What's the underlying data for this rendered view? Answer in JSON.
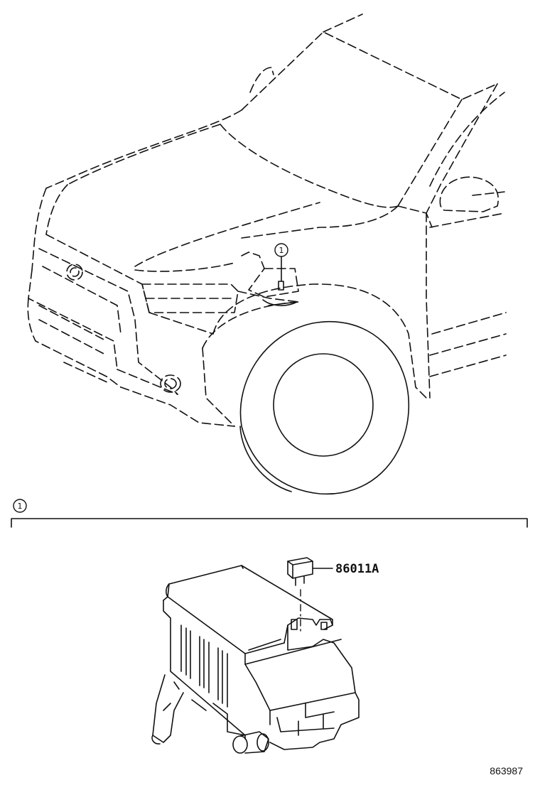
{
  "diagram": {
    "callout_number": "1",
    "section_number": "1",
    "part_number": "86011A",
    "diagram_id": "863987"
  }
}
